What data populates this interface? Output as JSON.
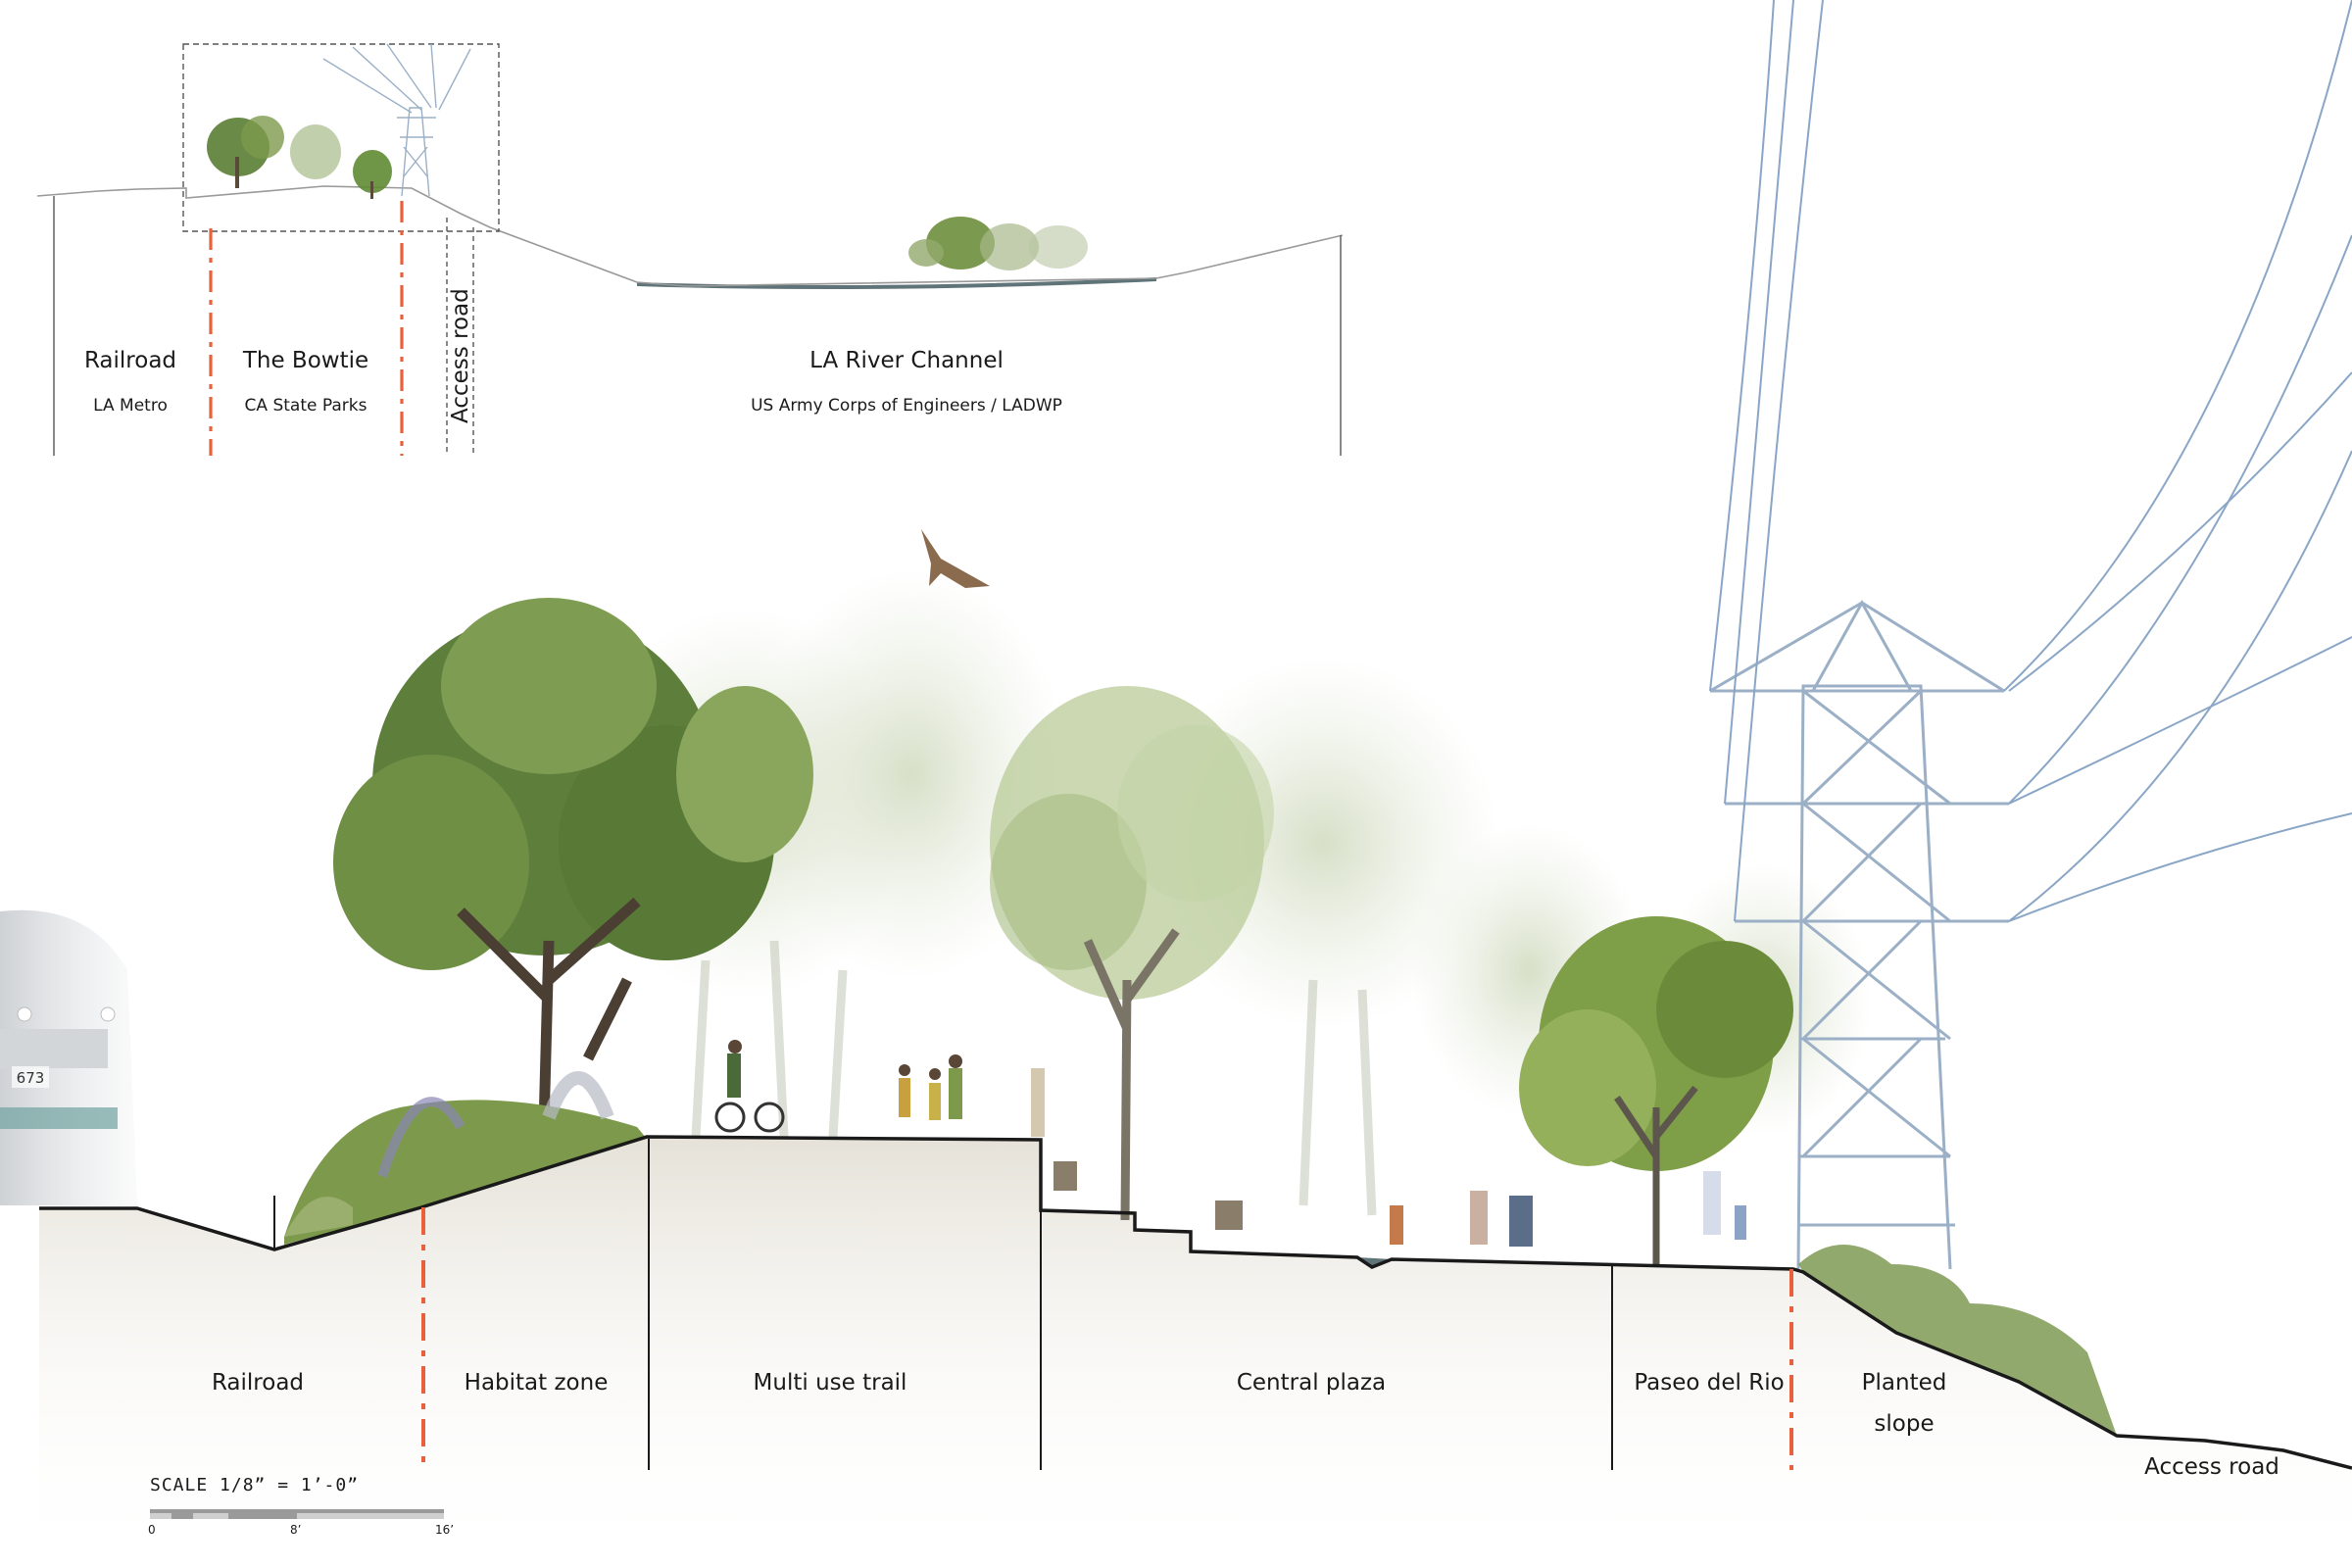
{
  "key_section": {
    "labels": [
      {
        "id": "railroad",
        "title": "Railroad",
        "subtitle": "LA Metro"
      },
      {
        "id": "bowtie",
        "title": "The Bowtie",
        "subtitle": "CA State Parks"
      },
      {
        "id": "river",
        "title": "LA River Channel",
        "subtitle": "US Army Corps of Engineers / LADWP"
      }
    ],
    "vertical_label": "Access road"
  },
  "zones": [
    {
      "id": "railroad",
      "label": "Railroad"
    },
    {
      "id": "habitat",
      "label": "Habitat zone"
    },
    {
      "id": "trail",
      "label": "Multi use trail"
    },
    {
      "id": "plaza",
      "label": "Central plaza"
    },
    {
      "id": "paseo",
      "label": "Paseo del Rio"
    },
    {
      "id": "slope",
      "label": "Planted\nslope"
    },
    {
      "id": "access",
      "label": "Access road"
    }
  ],
  "scale": {
    "title": "SCALE 1/8” = 1’-0”",
    "ticks": [
      "0",
      "8’",
      "16’"
    ]
  },
  "train_number": "673",
  "colors": {
    "boundary": "#e8603c",
    "line": "#1a1a1a",
    "ground": "#ece9e2",
    "foliage": "#6f8f45",
    "tower": "#9bb0c6",
    "water": "#5f7478"
  }
}
